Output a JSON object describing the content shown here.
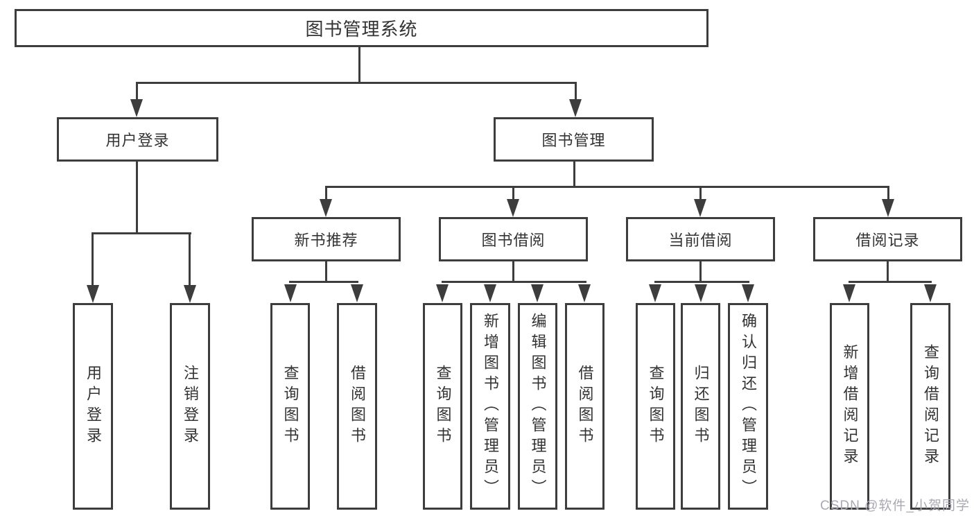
{
  "colors": {
    "line": "#3d3d3d",
    "text": "#333333",
    "watermark": "#a9a9b2",
    "background": "#ffffff"
  },
  "diagram": {
    "title": "图书管理系统",
    "branches": [
      {
        "label": "用户登录",
        "children": [
          {
            "label": "用户登录"
          },
          {
            "label": "注销登录"
          }
        ]
      },
      {
        "label": "图书管理",
        "children": [
          {
            "label": "新书推荐",
            "children": [
              {
                "label": "查询图书"
              },
              {
                "label": "借阅图书"
              }
            ]
          },
          {
            "label": "图书借阅",
            "children": [
              {
                "label": "查询图书"
              },
              {
                "label": "新增图书（管理员）"
              },
              {
                "label": "编辑图书（管理员）"
              },
              {
                "label": "借阅图书"
              }
            ]
          },
          {
            "label": "当前借阅",
            "children": [
              {
                "label": "查询图书"
              },
              {
                "label": "归还图书"
              },
              {
                "label": "确认归还（管理员）"
              }
            ]
          },
          {
            "label": "借阅记录",
            "children": [
              {
                "label": "新增借阅记录"
              },
              {
                "label": "查询借阅记录"
              }
            ]
          }
        ]
      }
    ]
  },
  "watermark": {
    "text": "CSDN @软件_小贺同学"
  }
}
